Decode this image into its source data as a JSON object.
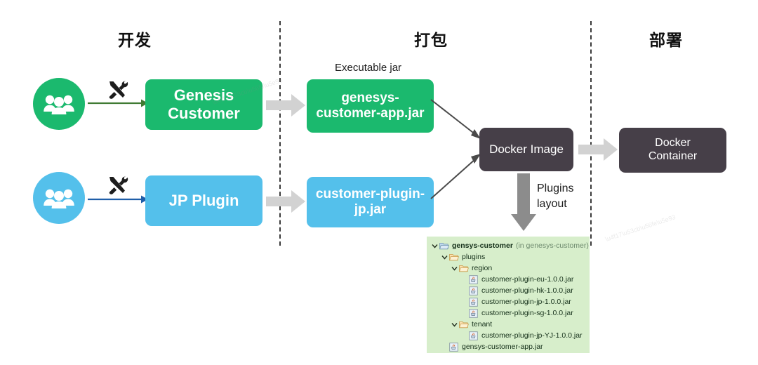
{
  "phases": [
    {
      "name": "development",
      "label": "开发"
    },
    {
      "name": "packaging",
      "label": "打包"
    },
    {
      "name": "deployment",
      "label": "部署"
    }
  ],
  "colors": {
    "green": "#1BB96E",
    "blue": "#54C0EB",
    "dark": "#463F48",
    "block_arrow": "#D2D2D2",
    "down_arrow": "#8C8C8C",
    "tree_background": "#D7EECB",
    "green_arrow": "#3F7A33",
    "blue_arrow": "#1F5EA8",
    "divider": "#3A3A3A"
  },
  "rows": {
    "top": {
      "avatar_icon": "people-group-icon",
      "build_icon": "tools-icon",
      "source_box": "Genesis\nCustomer",
      "source_box_line1": "Genesis",
      "source_box_line2": "Customer",
      "artifact_caption": "Executable jar",
      "artifact_box_line1": "genesys-",
      "artifact_box_line2": "customer-app.jar"
    },
    "bottom": {
      "avatar_icon": "people-group-icon",
      "build_icon": "tools-icon",
      "source_box": "JP Plugin",
      "artifact_box_line1": "customer-plugin-",
      "artifact_box_line2": "jp.jar"
    }
  },
  "docker": {
    "image_label": "Docker Image",
    "container_label_line1": "Docker",
    "container_label_line2": "Container",
    "plugins_layout_line1": "Plugins",
    "plugins_layout_line2": "layout"
  },
  "file_tree": [
    {
      "depth": 0,
      "type": "folder-root",
      "label": "gensys-customer",
      "note": "(in genesys-customer)",
      "expanded": true
    },
    {
      "depth": 1,
      "type": "folder",
      "label": "plugins",
      "note": "",
      "expanded": true
    },
    {
      "depth": 2,
      "type": "folder",
      "label": "region",
      "note": "",
      "expanded": true
    },
    {
      "depth": 3,
      "type": "jar",
      "label": "customer-plugin-eu-1.0.0.jar",
      "note": "",
      "expanded": false
    },
    {
      "depth": 3,
      "type": "jar",
      "label": "customer-plugin-hk-1.0.0.jar",
      "note": "",
      "expanded": false
    },
    {
      "depth": 3,
      "type": "jar",
      "label": "customer-plugin-jp-1.0.0.jar",
      "note": "",
      "expanded": false
    },
    {
      "depth": 3,
      "type": "jar",
      "label": "customer-plugin-sg-1.0.0.jar",
      "note": "",
      "expanded": false
    },
    {
      "depth": 2,
      "type": "folder",
      "label": "tenant",
      "note": "",
      "expanded": true
    },
    {
      "depth": 3,
      "type": "jar",
      "label": "customer-plugin-jp-YJ-1.0.0.jar",
      "note": "",
      "expanded": false
    },
    {
      "depth": 1,
      "type": "jar",
      "label": "gensys-customer-app.jar",
      "note": "",
      "expanded": false
    }
  ]
}
